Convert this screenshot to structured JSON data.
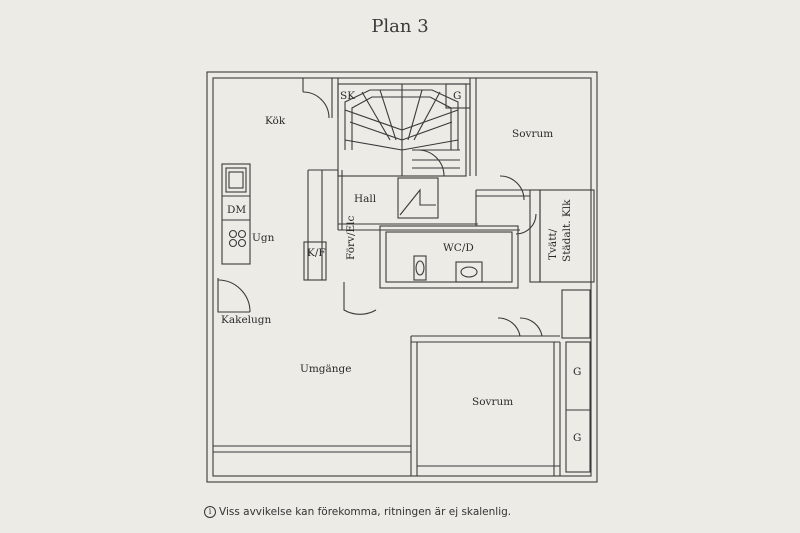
{
  "title": "Plan 3",
  "rooms": {
    "kok": "Kök",
    "sk": "SK",
    "g_top": "G",
    "sovrum_top": "Sovrum",
    "hall": "Hall",
    "dm": "DM",
    "ugn": "Ugn",
    "forv_elc": "Förv/Elc",
    "kf": "K/F",
    "wcd": "WC/D",
    "tvatt": "Tvätt/",
    "stadalt": "Städalt. Klk",
    "kakelugn": "Kakelugn",
    "umgange": "Umgänge",
    "sovrum_bottom": "Sovrum",
    "g_right_1": "G",
    "g_right_2": "G"
  },
  "footnote": {
    "icon": "info-icon",
    "text": "Viss avvikelse kan förekomma, ritningen är ej skalenlig."
  }
}
